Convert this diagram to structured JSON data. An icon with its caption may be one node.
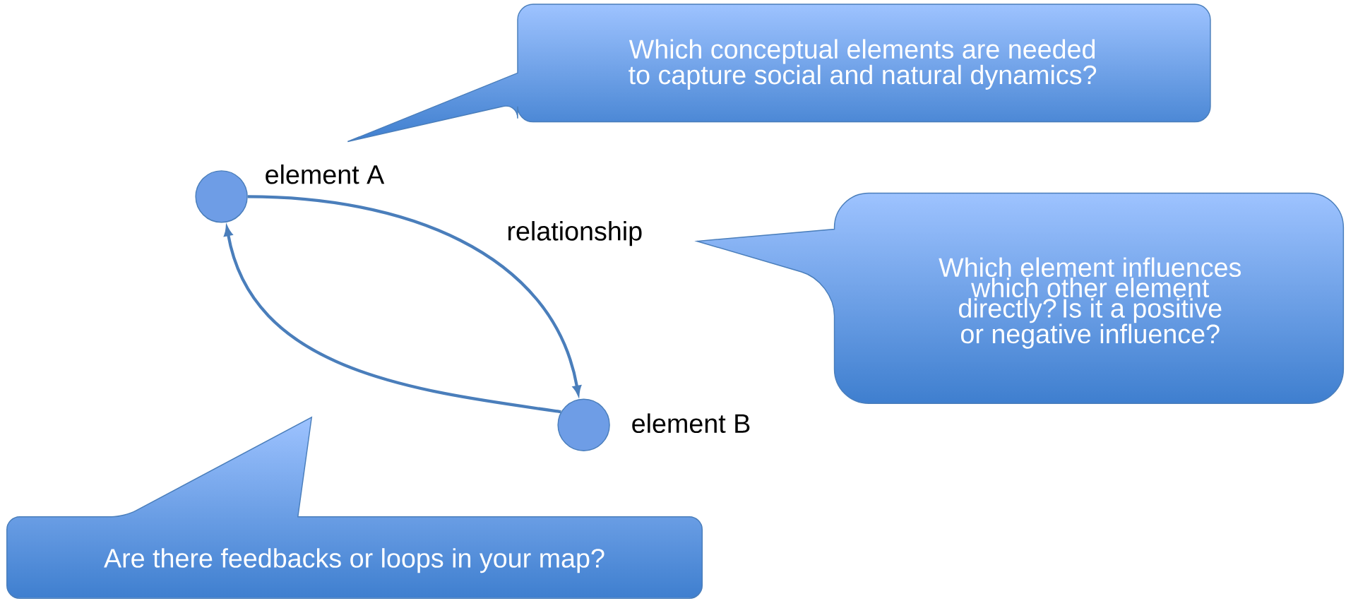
{
  "diagram": {
    "nodes": [
      {
        "text": [],
        "shape": "circle"
      },
      {
        "text": [],
        "shape": "circle"
      },
      {
        "text": [
          "Which conceptual elements are needed to capture social and natural dynamics?"
        ]
      },
      {
        "text": [
          "Which element influences which other element directly?",
          "Is it a positive or negative influence?"
        ]
      },
      {
        "text": [
          "Are there feedbacks or loops in your map?"
        ]
      }
    ],
    "edges": [
      {
        "from": 0,
        "to": 1,
        "arrow": "to"
      },
      {
        "from": 1,
        "to": 0,
        "arrow": "to"
      }
    ],
    "labels": [
      "element A",
      "relationship",
      "element B"
    ]
  }
}
